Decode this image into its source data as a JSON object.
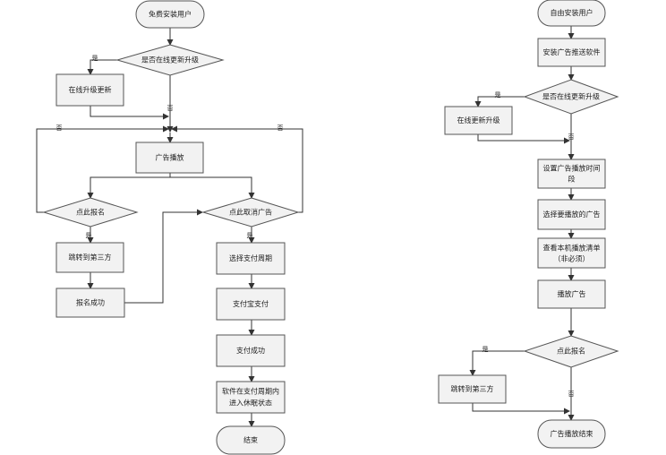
{
  "left_flow": {
    "start": "免费安装用户",
    "q_update": "是否在线更新升级",
    "update": "在线升级更新",
    "play_ad": "广告播放",
    "q_signup": "点此报名",
    "jump": "跳转到第三方",
    "signup_ok": "报名成功",
    "q_cancel": "点此取消广告",
    "choose_period": "选择支付周期",
    "alipay": "支付宝支付",
    "pay_ok": "支付成功",
    "sleep_line1": "软件在支付周期内",
    "sleep_line2": "进入休眠状态",
    "end": "结束"
  },
  "right_flow": {
    "start": "自由安装用户",
    "install": "安装广告推送软件",
    "q_update": "是否在线更新升级",
    "update": "在线更新升级",
    "set_time_line1": "设置广告播放时间",
    "set_time_line2": "段",
    "choose_ad": "选择要播放的广告",
    "view_list_line1": "查看本机播放清单",
    "view_list_line2": "（非必须）",
    "play": "播放广告",
    "q_signup": "点此报名",
    "jump": "跳转到第三方",
    "end": "广告播放结束"
  },
  "labels": {
    "yes": "是",
    "no": "否"
  }
}
